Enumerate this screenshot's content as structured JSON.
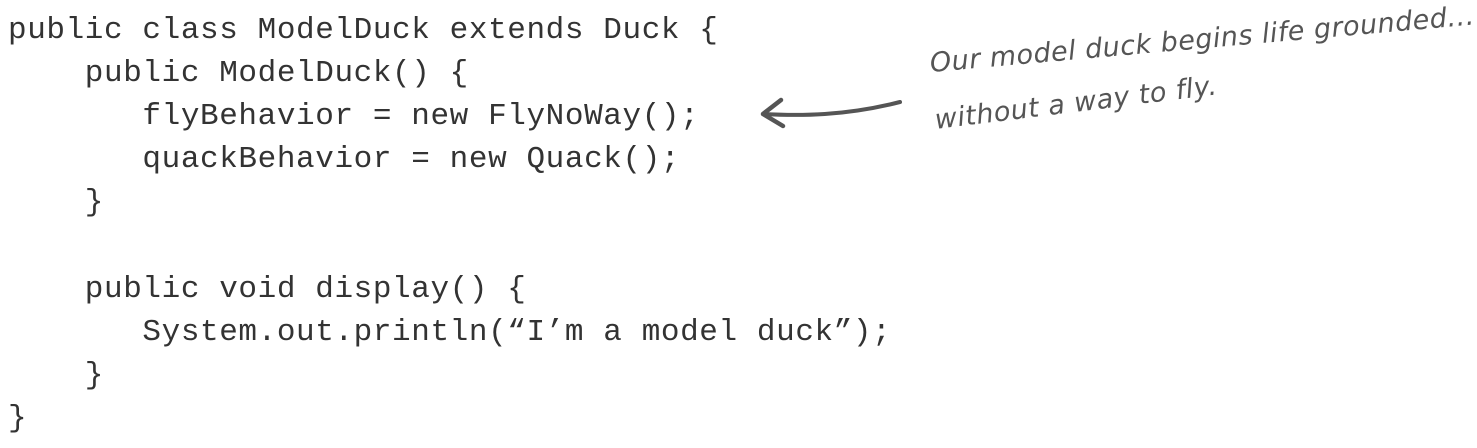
{
  "code": {
    "lines": [
      "public class ModelDuck extends Duck {",
      "    public ModelDuck() {",
      "       flyBehavior = new FlyNoWay();",
      "       quackBehavior = new Quack();",
      "    }",
      "",
      "    public void display() {",
      "       System.out.println(“I’m a model duck”);",
      "    }",
      "}"
    ]
  },
  "annotation": {
    "line1": "Our model duck begins life grounded...",
    "line2": "without a way to fly.",
    "color": "#555555"
  },
  "icons": {
    "arrow": "left-arrow-icon"
  }
}
